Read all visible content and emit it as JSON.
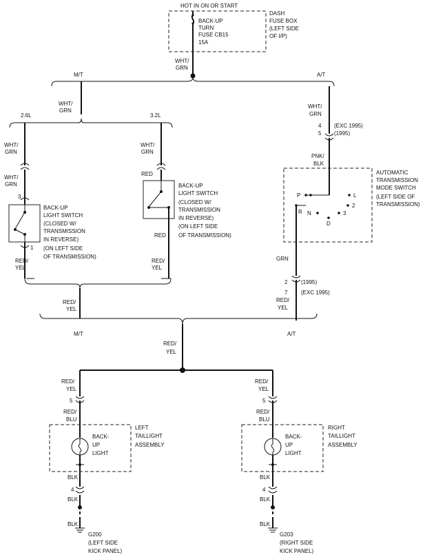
{
  "fusebox": {
    "top_label": "HOT IN ON OR START",
    "fuse_lines": [
      "BACK-UP",
      "TURN",
      "FUSE CB15",
      "15A"
    ],
    "name_lines": [
      "DASH",
      "FUSE BOX",
      "(LEFT SIDE",
      "OF I/P)"
    ]
  },
  "wires": {
    "wht_grn": [
      "WHT/",
      "GRN"
    ],
    "red_yel": [
      "RED/",
      "YEL"
    ],
    "red_blu": [
      "RED/",
      "BLU"
    ],
    "pnk_blk": [
      "PNK/",
      "BLK"
    ],
    "red": "RED",
    "grn": "GRN",
    "blk": "BLK"
  },
  "branches": {
    "mt": "M/T",
    "at": "A/T",
    "engine_26": "2.6L",
    "engine_32": "3.2L"
  },
  "connectors": {
    "at_upper_pins": [
      "4",
      "5"
    ],
    "at_upper_notes": [
      "(EXC 1995)",
      "(1995)"
    ],
    "at_lower_pins": [
      "2",
      "7"
    ],
    "at_lower_notes": [
      "(1995)",
      "(EXC 1995)"
    ],
    "sw26_top_pin": "3",
    "sw26_bottom_pin": "1",
    "lamp_pin": "5",
    "ground_pin": "4"
  },
  "switch_26": {
    "lines": [
      "BACK-UP",
      "LIGHT SWITCH",
      "(CLOSED W/",
      "TRANSMISSION",
      "IN REVERSE)",
      "(ON LEFT SIDE",
      "OF TRANSMISSION)"
    ]
  },
  "switch_32": {
    "lines": [
      "BACK-UP",
      "LIGHT SWITCH",
      "(CLOSED W/",
      "TRANSMISSION",
      "IN REVERSE)",
      "(ON LEFT SIDE",
      "OF TRANSMISSION)"
    ]
  },
  "mode_switch": {
    "name_lines": [
      "AUTOMATIC",
      "TRANSMISSION",
      "MODE SWITCH",
      "(LEFT SIDE OF",
      "TRANSMISSION)"
    ],
    "positions": [
      "P",
      "L",
      "R",
      "2",
      "N",
      "3",
      "D"
    ]
  },
  "lamp_left": {
    "lamp_lines": [
      "BACK-",
      "UP",
      "LIGHT"
    ],
    "name_lines": [
      "LEFT",
      "TAILLIGHT",
      "ASSEMBLY"
    ]
  },
  "lamp_right": {
    "lamp_lines": [
      "BACK-",
      "UP",
      "LIGHT"
    ],
    "name_lines": [
      "RIGHT",
      "TAILLIGHT",
      "ASSEMBLY"
    ]
  },
  "ground_left": {
    "name": "G200",
    "location_lines": [
      "(LEFT SIDE",
      "KICK PANEL)"
    ]
  },
  "ground_right": {
    "name": "G203",
    "location_lines": [
      "(RIGHT SIDE",
      "KICK PANEL)"
    ]
  }
}
